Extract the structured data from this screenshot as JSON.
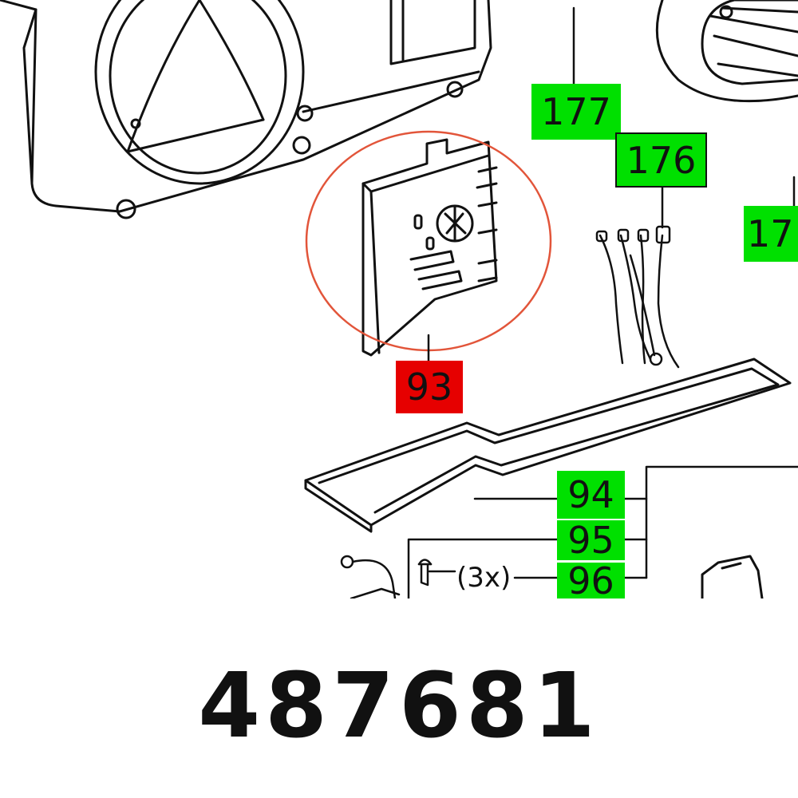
{
  "callouts": {
    "c177": "177",
    "c176": "176",
    "c17x": "17",
    "c93": "93",
    "c94": "94",
    "c95": "95",
    "c96": "96"
  },
  "quantity_note": "(3x)",
  "part_number": "487681",
  "colors": {
    "highlight_callout": "#e60000",
    "callout": "#00e000",
    "selection_circle": "#e2553a",
    "line_art": "#111111"
  }
}
